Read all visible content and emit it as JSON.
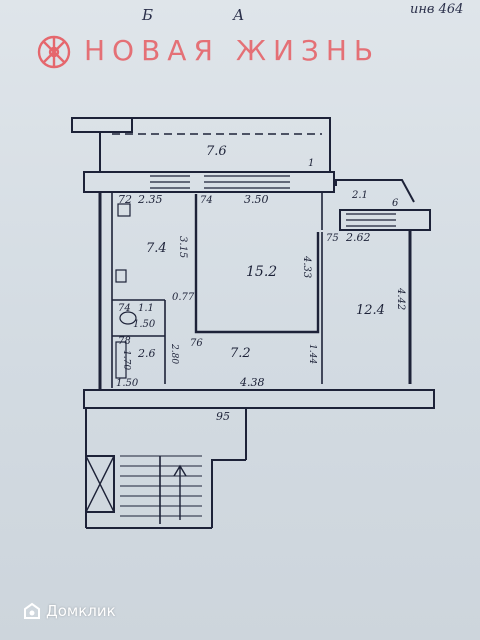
{
  "header": {
    "letter_left": "Б",
    "letter_right": "А",
    "inventory": "инв 464"
  },
  "logo": {
    "text": "НОВАЯ ЖИЗНЬ",
    "color": "#e8454b"
  },
  "watermark": {
    "text": "Домклик"
  },
  "plan": {
    "balcony_top_area": "7.6",
    "balcony_small_area": "2.1",
    "room_index_1": "1",
    "room_index_6": "6",
    "room_index_72": "72",
    "room_index_74": "74",
    "room_index_75": "75",
    "room_index_74b": "74",
    "room_index_78": "78",
    "room_index_76": "76",
    "kitchen_area": "7.4",
    "kitchen_width": "2.35",
    "kitchen_length": "3.15",
    "living_area": "15.2",
    "living_width": "3.50",
    "living_length": "4.33",
    "bedroom_area": "12.4",
    "bedroom_width": "2.62",
    "bedroom_length": "4.42",
    "bath_area": "1.1",
    "bath_width": "1.50",
    "bath_extra": "0.77",
    "toilet_area": "2.6",
    "toilet_length": "1.70",
    "toilet_depth": "2.80",
    "hall_area": "7.2",
    "hall_length": "4.38",
    "hall_width": "1.44",
    "hall_side": "1.50",
    "stair_label": "95"
  },
  "colors": {
    "ink": "#1d2238",
    "background": "#d6dde3"
  }
}
